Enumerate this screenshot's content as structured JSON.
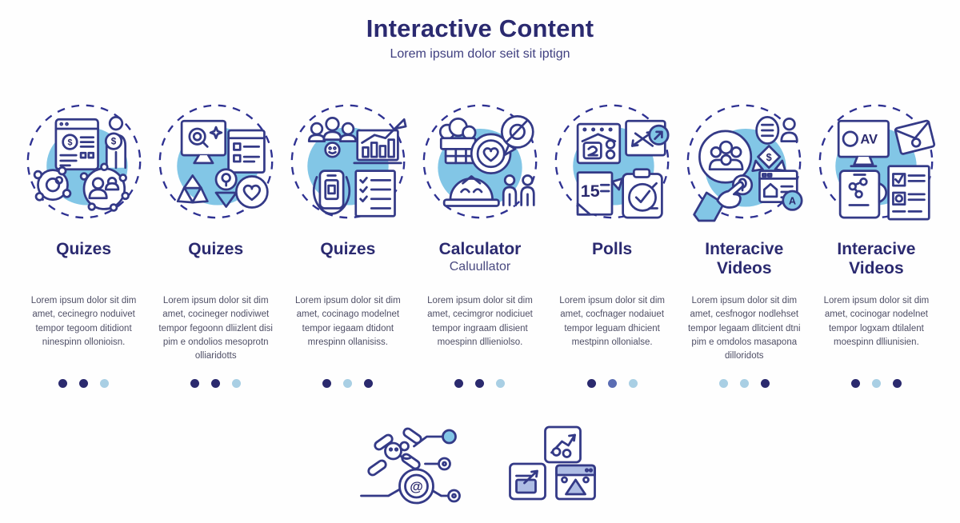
{
  "header": {
    "title": "Interactive Content",
    "subtitle": "Lorem ipsum dolor seit sit iptign"
  },
  "colors": {
    "title_navy": "#2b2a70",
    "body_gray": "#4f4f66",
    "icon_stroke_navy": "#343a87",
    "blob_light_blue": "#82c6e6",
    "dot_navy": "#2b2a6e",
    "dot_blue": "#5b6db3",
    "dot_sky": "#a9cfe4"
  },
  "cards": [
    {
      "title": "Quizes",
      "subtitle": "",
      "icon": "quiz-money-community-icon",
      "icon_texts": {
        "dollar": "$"
      },
      "body": "Lorem ipsum dolor sit dim amet, cecinegro noduivet tempor tegoom ditidiont ninespinn ollonioisn.",
      "dots": [
        "navy",
        "navy",
        "sky"
      ]
    },
    {
      "title": "Quizes",
      "subtitle": "",
      "icon": "search-review-heart-icon",
      "icon_texts": {},
      "body": "Lorem ipsum dolor sit dim amet, cocineger nodiviwet tempor fegoonn dliizlent disi pim e ondolios mesoprotn olliaridotts",
      "dots": [
        "navy",
        "navy",
        "sky"
      ]
    },
    {
      "title": "Quizes",
      "subtitle": "",
      "icon": "survey-chart-checklist-icon",
      "icon_texts": {},
      "body": "Lorem ipsum dolor sit dim amet, cocinago modelnet tempor iegaam dtidont mrespinn ollanisiss.",
      "dots": [
        "navy",
        "sky",
        "navy"
      ]
    },
    {
      "title": "Calculator",
      "subtitle": "Caluullator",
      "icon": "calculator-target-heart-icon",
      "icon_texts": {},
      "body": "Lorem ipsum dolor sit dim amet, cecimgror nodiciuet tempor ingraam dlisient moespinn dllieniolso.",
      "dots": [
        "navy",
        "navy",
        "sky"
      ]
    },
    {
      "title": "Polls",
      "subtitle": "",
      "icon": "polls-calendar-gauge-icon",
      "icon_texts": {
        "number": "15"
      },
      "body": "Lorem ipsum dolor sit dim amet, cocfnager nodaiuet tempor leguam dhicient mestpinn ollonialse.",
      "dots": [
        "navy",
        "blue",
        "sky"
      ]
    },
    {
      "title": "Interacive Videos",
      "subtitle": "",
      "icon": "video-community-browser-icon",
      "icon_texts": {
        "dollar": "$",
        "badge": "A"
      },
      "body": "Lorem ipsum dolor sit dim amet, cesfnogor nodlehset tempor legaam dlitcient dtni pim e omdolos masapona dilloridots",
      "dots": [
        "sky",
        "sky",
        "navy"
      ]
    },
    {
      "title": "Interacive Videos",
      "subtitle": "",
      "icon": "video-player-checklist-icon",
      "icon_texts": {
        "monitor": "AV"
      },
      "body": "Lorem ipsum dolor sit dim amet, cocinogar nodelnet tempor logxam dtilalent moespinn dlliunisien.",
      "dots": [
        "navy",
        "sky",
        "navy"
      ]
    }
  ],
  "footer": {
    "at_symbol": "@",
    "icons": [
      "circuit-email-node-icon",
      "chart-blocks-browser-icon"
    ]
  }
}
